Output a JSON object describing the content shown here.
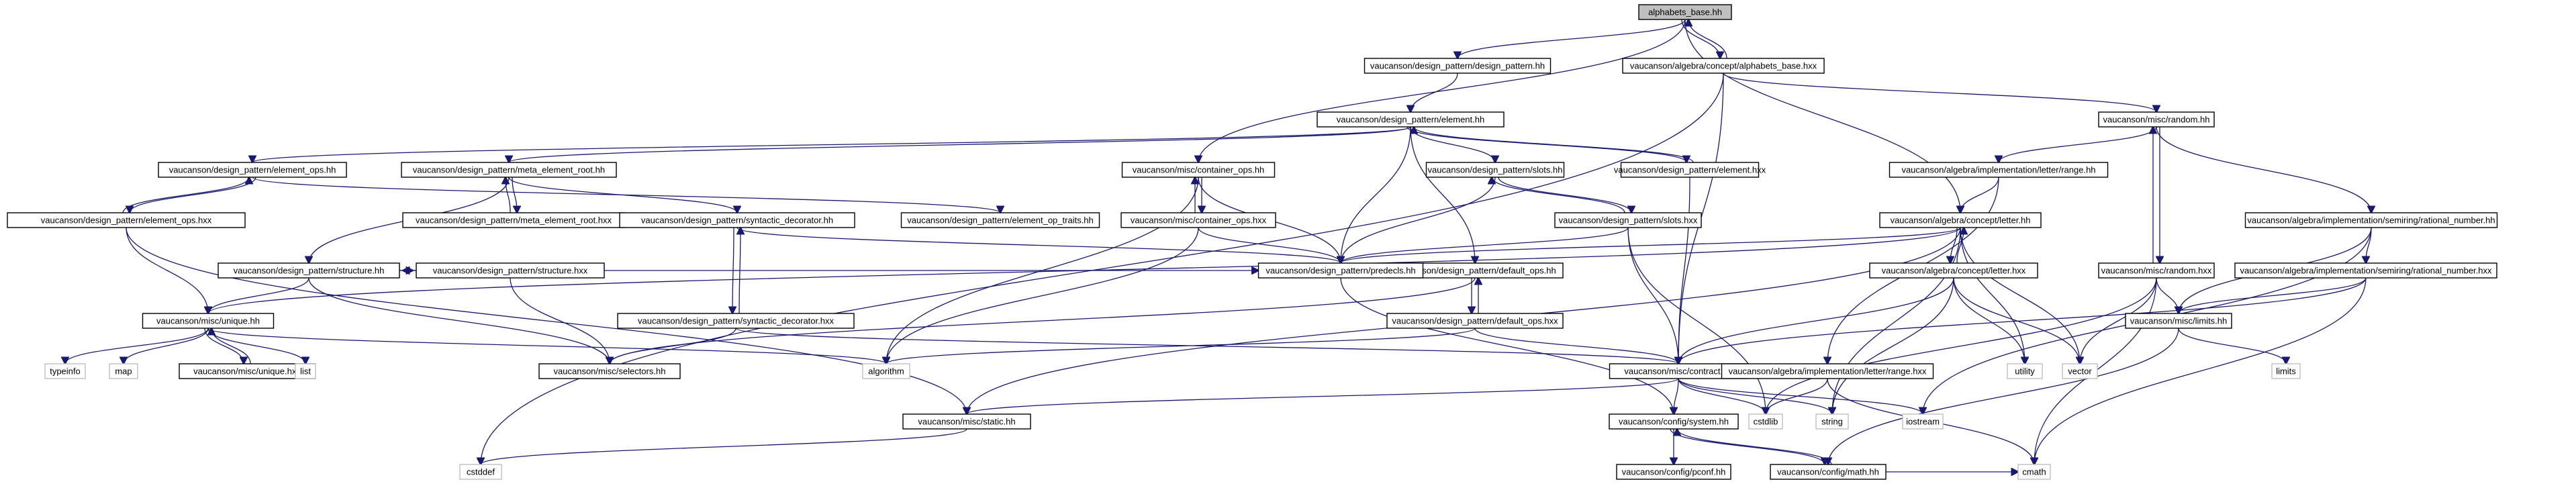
{
  "nodes": [
    {
      "id": "n0",
      "label": "alphabets_base.hh",
      "style": "root"
    },
    {
      "id": "n1",
      "label": "vaucanson/design_pattern/design_pattern.hh"
    },
    {
      "id": "n2",
      "label": "vaucanson/algebra/concept/alphabets_base.hxx"
    },
    {
      "id": "n3",
      "label": "vaucanson/design_pattern/element.hh"
    },
    {
      "id": "n4",
      "label": "vaucanson/misc/random.hh"
    },
    {
      "id": "n5",
      "label": "vaucanson/design_pattern/element_ops.hh"
    },
    {
      "id": "n6",
      "label": "vaucanson/design_pattern/meta_element_root.hh"
    },
    {
      "id": "n7",
      "label": "vaucanson/misc/container_ops.hh"
    },
    {
      "id": "n8",
      "label": "vaucanson/design_pattern/slots.hh"
    },
    {
      "id": "n9",
      "label": "vaucanson/design_pattern/element.hxx"
    },
    {
      "id": "n10",
      "label": "vaucanson/algebra/implementation/letter/range.hh"
    },
    {
      "id": "n11",
      "label": "vaucanson/algebra/implementation/semiring/rational_number.hh"
    },
    {
      "id": "n12",
      "label": "vaucanson/design_pattern/element_ops.hxx"
    },
    {
      "id": "n13",
      "label": "vaucanson/design_pattern/meta_element_root.hxx"
    },
    {
      "id": "n14",
      "label": "vaucanson/design_pattern/syntactic_decorator.hh"
    },
    {
      "id": "n15",
      "label": "vaucanson/design_pattern/element_op_traits.hh"
    },
    {
      "id": "n16",
      "label": "vaucanson/misc/container_ops.hxx"
    },
    {
      "id": "n17",
      "label": "vaucanson/design_pattern/slots.hxx"
    },
    {
      "id": "n18",
      "label": "vaucanson/algebra/concept/letter.hh"
    },
    {
      "id": "n19",
      "label": "vaucanson/design_pattern/structure.hh"
    },
    {
      "id": "n20",
      "label": "vaucanson/design_pattern/default_ops.hh"
    },
    {
      "id": "n21",
      "label": "vaucanson/misc/random.hxx"
    },
    {
      "id": "n22",
      "label": "vaucanson/algebra/implementation/semiring/rational_number.hxx"
    },
    {
      "id": "n23",
      "label": "vaucanson/design_pattern/structure.hxx"
    },
    {
      "id": "n24",
      "label": "vaucanson/design_pattern/predecls.hh"
    },
    {
      "id": "n25",
      "label": "vaucanson/algebra/concept/letter.hxx"
    },
    {
      "id": "n26",
      "label": "vaucanson/misc/unique.hh"
    },
    {
      "id": "n27",
      "label": "vaucanson/design_pattern/syntactic_decorator.hxx"
    },
    {
      "id": "n28",
      "label": "vaucanson/design_pattern/default_ops.hxx"
    },
    {
      "id": "n29",
      "label": "vaucanson/misc/limits.hh"
    },
    {
      "id": "n30",
      "label": "typeinfo",
      "style": "sys"
    },
    {
      "id": "n31",
      "label": "map",
      "style": "sys"
    },
    {
      "id": "n32",
      "label": "vaucanson/misc/unique.hxx"
    },
    {
      "id": "n33",
      "label": "list",
      "style": "sys"
    },
    {
      "id": "n34",
      "label": "vaucanson/misc/selectors.hh"
    },
    {
      "id": "n35",
      "label": "algorithm",
      "style": "sys"
    },
    {
      "id": "n36",
      "label": "vaucanson/misc/contract.hh"
    },
    {
      "id": "n37",
      "label": "vaucanson/algebra/implementation/letter/range.hxx"
    },
    {
      "id": "n38",
      "label": "utility",
      "style": "sys"
    },
    {
      "id": "n39",
      "label": "vector",
      "style": "sys"
    },
    {
      "id": "n40",
      "label": "limits",
      "style": "sys"
    },
    {
      "id": "n41",
      "label": "vaucanson/misc/static.hh"
    },
    {
      "id": "n42",
      "label": "vaucanson/config/system.hh"
    },
    {
      "id": "n43",
      "label": "cstdlib",
      "style": "sys"
    },
    {
      "id": "n44",
      "label": "string",
      "style": "sys"
    },
    {
      "id": "n45",
      "label": "iostream",
      "style": "sys"
    },
    {
      "id": "n46",
      "label": "cstddef",
      "style": "sys"
    },
    {
      "id": "n47",
      "label": "vaucanson/config/pconf.hh"
    },
    {
      "id": "n48",
      "label": "vaucanson/config/math.hh"
    },
    {
      "id": "n49",
      "label": "cmath",
      "style": "sys"
    }
  ],
  "edges": [
    [
      "n0",
      "n1"
    ],
    [
      "n0",
      "n2"
    ],
    [
      "n0",
      "n7"
    ],
    [
      "n0",
      "n18"
    ],
    [
      "n2",
      "n0"
    ],
    [
      "n2",
      "n4"
    ],
    [
      "n2",
      "n36"
    ],
    [
      "n2",
      "n46"
    ],
    [
      "n1",
      "n3"
    ],
    [
      "n3",
      "n5"
    ],
    [
      "n3",
      "n6"
    ],
    [
      "n3",
      "n8"
    ],
    [
      "n3",
      "n9"
    ],
    [
      "n3",
      "n20"
    ],
    [
      "n3",
      "n24"
    ],
    [
      "n9",
      "n3"
    ],
    [
      "n9",
      "n36"
    ],
    [
      "n5",
      "n12"
    ],
    [
      "n5",
      "n15"
    ],
    [
      "n12",
      "n5"
    ],
    [
      "n12",
      "n26"
    ],
    [
      "n12",
      "n41"
    ],
    [
      "n6",
      "n13"
    ],
    [
      "n6",
      "n14"
    ],
    [
      "n6",
      "n19"
    ],
    [
      "n13",
      "n6"
    ],
    [
      "n7",
      "n16"
    ],
    [
      "n7",
      "n24"
    ],
    [
      "n7",
      "n35"
    ],
    [
      "n16",
      "n7"
    ],
    [
      "n16",
      "n24"
    ],
    [
      "n16",
      "n35"
    ],
    [
      "n8",
      "n17"
    ],
    [
      "n8",
      "n24"
    ],
    [
      "n17",
      "n8"
    ],
    [
      "n17",
      "n24"
    ],
    [
      "n17",
      "n36"
    ],
    [
      "n17",
      "n43"
    ],
    [
      "n14",
      "n27"
    ],
    [
      "n14",
      "n24"
    ],
    [
      "n27",
      "n14"
    ],
    [
      "n27",
      "n34"
    ],
    [
      "n27",
      "n36"
    ],
    [
      "n19",
      "n23"
    ],
    [
      "n19",
      "n26"
    ],
    [
      "n19",
      "n34"
    ],
    [
      "n19",
      "n24"
    ],
    [
      "n23",
      "n19"
    ],
    [
      "n23",
      "n34"
    ],
    [
      "n20",
      "n28"
    ],
    [
      "n20",
      "n24"
    ],
    [
      "n20",
      "n34"
    ],
    [
      "n28",
      "n20"
    ],
    [
      "n28",
      "n36"
    ],
    [
      "n28",
      "n35"
    ],
    [
      "n26",
      "n30"
    ],
    [
      "n26",
      "n31"
    ],
    [
      "n26",
      "n32"
    ],
    [
      "n26",
      "n33"
    ],
    [
      "n26",
      "n35"
    ],
    [
      "n32",
      "n26"
    ],
    [
      "n24",
      "n42"
    ],
    [
      "n4",
      "n10"
    ],
    [
      "n4",
      "n11"
    ],
    [
      "n4",
      "n21"
    ],
    [
      "n21",
      "n4"
    ],
    [
      "n21",
      "n29"
    ],
    [
      "n21",
      "n39"
    ],
    [
      "n21",
      "n43"
    ],
    [
      "n21",
      "n49"
    ],
    [
      "n10",
      "n18"
    ],
    [
      "n10",
      "n37"
    ],
    [
      "n18",
      "n25"
    ],
    [
      "n18",
      "n24"
    ],
    [
      "n18",
      "n26"
    ],
    [
      "n18",
      "n38"
    ],
    [
      "n18",
      "n39"
    ],
    [
      "n18",
      "n44"
    ],
    [
      "n18",
      "n41"
    ],
    [
      "n25",
      "n18"
    ],
    [
      "n25",
      "n36"
    ],
    [
      "n25",
      "n38"
    ],
    [
      "n25",
      "n39"
    ],
    [
      "n25",
      "n44"
    ],
    [
      "n11",
      "n22"
    ],
    [
      "n11",
      "n29"
    ],
    [
      "n11",
      "n45"
    ],
    [
      "n22",
      "n36"
    ],
    [
      "n22",
      "n29"
    ],
    [
      "n22",
      "n49"
    ],
    [
      "n29",
      "n40"
    ],
    [
      "n29",
      "n48"
    ],
    [
      "n36",
      "n42"
    ],
    [
      "n36",
      "n41"
    ],
    [
      "n36",
      "n43"
    ],
    [
      "n36",
      "n44"
    ],
    [
      "n36",
      "n45"
    ],
    [
      "n37",
      "n43"
    ],
    [
      "n37",
      "n49"
    ],
    [
      "n41",
      "n46"
    ],
    [
      "n42",
      "n47"
    ],
    [
      "n42",
      "n48"
    ],
    [
      "n48",
      "n42"
    ],
    [
      "n48",
      "n49"
    ]
  ]
}
